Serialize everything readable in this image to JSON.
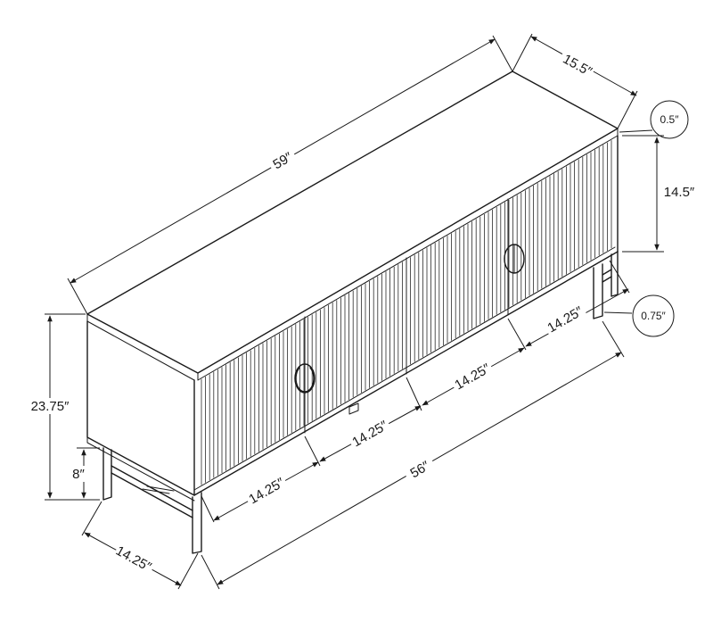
{
  "dimensions": {
    "length": "59″",
    "depth": "15.5″",
    "top_thickness": "0.5″",
    "cabinet_height": "14.5″",
    "leg_thickness": "0.75″",
    "total_height": "23.75″",
    "leg_height": "8″",
    "side_depth": "14.25″",
    "door_width_1": "14.25″",
    "door_width_2": "14.25″",
    "door_width_3": "14.25″",
    "door_width_4": "14.25″",
    "inner_length": "56″"
  }
}
